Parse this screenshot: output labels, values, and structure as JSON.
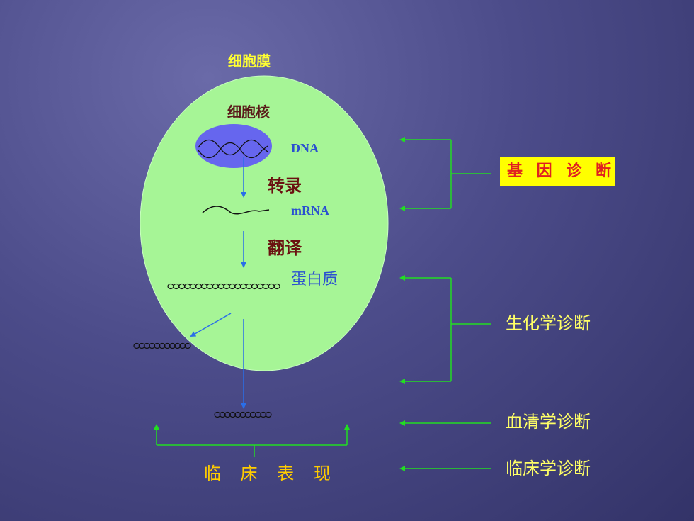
{
  "labels": {
    "membrane": "细胞膜",
    "nucleus": "细胞核",
    "dna": "DNA",
    "transcription": "转录",
    "mrna": "mRNA",
    "translation": "翻译",
    "protein": "蛋白质",
    "clinical_sign": "临 床 表 现"
  },
  "diagnoses": {
    "gene": "基 因 诊 断",
    "biochemical": "生化学诊断",
    "serum": "血清学诊断",
    "clinical": "临床学诊断"
  },
  "colors": {
    "cell": "#a6f596",
    "nucleus": "#6666ee",
    "arrow_blue": "#2a6ee8",
    "bracket_green": "#22dd22",
    "label_yellow": "#ffff66",
    "gene_box": "#ffff00",
    "gene_text": "#e02020"
  }
}
